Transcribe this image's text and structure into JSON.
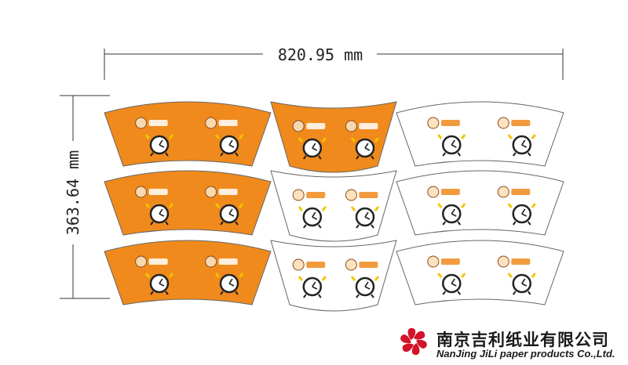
{
  "dimensions": {
    "width_label": "820.95 mm",
    "height_label": "363.64 mm"
  },
  "colors": {
    "orange": "#f08a1c",
    "white": "#ffffff",
    "outline": "#666666",
    "logo_red": "#d3132a"
  },
  "rows": [
    [
      "orange",
      "orange",
      "white"
    ],
    [
      "orange",
      "white",
      "white"
    ],
    [
      "orange",
      "white",
      "white"
    ]
  ],
  "company": {
    "name_cn": "南京吉利纸业有限公司",
    "name_en": "NanJing JiLi paper products Co.,Ltd."
  }
}
